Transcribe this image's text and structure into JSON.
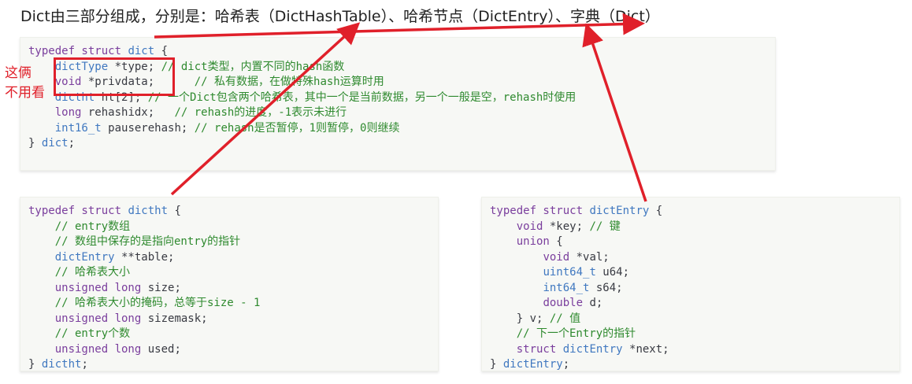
{
  "heading": "Dict由三部分组成，分别是：哈希表（DictHashTable）、哈希节点（DictEntry）、字典（Dict）",
  "annotation": {
    "line1": "这俩",
    "line2": "不用看"
  },
  "colors": {
    "annotation_red": "#e0202a",
    "keyword": "#7a3e9d",
    "type": "#4078c0",
    "comment": "#2f8a2f"
  },
  "blocks": {
    "dict": [
      [
        {
          "c": "kw",
          "t": "typedef struct "
        },
        {
          "c": "ty",
          "t": "dict"
        },
        {
          "c": "pl",
          "t": " {"
        }
      ],
      [
        {
          "c": "pl",
          "t": "    "
        },
        {
          "c": "ty",
          "t": "dictType"
        },
        {
          "c": "pl",
          "t": " *type; "
        },
        {
          "c": "cm",
          "t": "// dict类型，内置不同的hash函数"
        }
      ],
      [
        {
          "c": "pl",
          "t": "    "
        },
        {
          "c": "kw",
          "t": "void"
        },
        {
          "c": "pl",
          "t": " *privdata;      "
        },
        {
          "c": "cm",
          "t": "// 私有数据，在做特殊hash运算时用"
        }
      ],
      [
        {
          "c": "pl",
          "t": "    "
        },
        {
          "c": "ty",
          "t": "dictht"
        },
        {
          "c": "pl",
          "t": " ht[2]; "
        },
        {
          "c": "cm",
          "t": "// 一个Dict包含两个哈希表，其中一个是当前数据，另一个一般是空，rehash时使用"
        }
      ],
      [
        {
          "c": "pl",
          "t": "    "
        },
        {
          "c": "kw",
          "t": "long"
        },
        {
          "c": "pl",
          "t": " rehashidx;   "
        },
        {
          "c": "cm",
          "t": "// rehash的进度，-1表示未进行"
        }
      ],
      [
        {
          "c": "pl",
          "t": "    "
        },
        {
          "c": "ty",
          "t": "int16_t"
        },
        {
          "c": "pl",
          "t": " pauserehash; "
        },
        {
          "c": "cm",
          "t": "// rehash是否暂停，1则暂停，0则继续"
        }
      ],
      [
        {
          "c": "pl",
          "t": "} "
        },
        {
          "c": "ty",
          "t": "dict"
        },
        {
          "c": "pl",
          "t": ";"
        }
      ]
    ],
    "dictht": [
      [
        {
          "c": "kw",
          "t": "typedef struct "
        },
        {
          "c": "ty",
          "t": "dictht"
        },
        {
          "c": "pl",
          "t": " {"
        }
      ],
      [
        {
          "c": "pl",
          "t": "    "
        },
        {
          "c": "cm",
          "t": "// entry数组"
        }
      ],
      [
        {
          "c": "pl",
          "t": "    "
        },
        {
          "c": "cm",
          "t": "// 数组中保存的是指向entry的指针"
        }
      ],
      [
        {
          "c": "pl",
          "t": "    "
        },
        {
          "c": "ty",
          "t": "dictEntry"
        },
        {
          "c": "pl",
          "t": " **table;"
        }
      ],
      [
        {
          "c": "pl",
          "t": "    "
        },
        {
          "c": "cm",
          "t": "// 哈希表大小"
        }
      ],
      [
        {
          "c": "pl",
          "t": "    "
        },
        {
          "c": "kw",
          "t": "unsigned long"
        },
        {
          "c": "pl",
          "t": " size;"
        }
      ],
      [
        {
          "c": "pl",
          "t": "    "
        },
        {
          "c": "cm",
          "t": "// 哈希表大小的掩码，总等于size - 1"
        }
      ],
      [
        {
          "c": "pl",
          "t": "    "
        },
        {
          "c": "kw",
          "t": "unsigned long"
        },
        {
          "c": "pl",
          "t": " sizemask;"
        }
      ],
      [
        {
          "c": "pl",
          "t": "    "
        },
        {
          "c": "cm",
          "t": "// entry个数"
        }
      ],
      [
        {
          "c": "pl",
          "t": "    "
        },
        {
          "c": "kw",
          "t": "unsigned long"
        },
        {
          "c": "pl",
          "t": " used;"
        }
      ],
      [
        {
          "c": "pl",
          "t": "} "
        },
        {
          "c": "ty",
          "t": "dictht"
        },
        {
          "c": "pl",
          "t": ";"
        }
      ]
    ],
    "dictEntry": [
      [
        {
          "c": "kw",
          "t": "typedef struct "
        },
        {
          "c": "ty",
          "t": "dictEntry"
        },
        {
          "c": "pl",
          "t": " {"
        }
      ],
      [
        {
          "c": "pl",
          "t": "    "
        },
        {
          "c": "kw",
          "t": "void"
        },
        {
          "c": "pl",
          "t": " *key; "
        },
        {
          "c": "cm",
          "t": "// 键"
        }
      ],
      [
        {
          "c": "pl",
          "t": "    "
        },
        {
          "c": "kw",
          "t": "union"
        },
        {
          "c": "pl",
          "t": " {"
        }
      ],
      [
        {
          "c": "pl",
          "t": "        "
        },
        {
          "c": "kw",
          "t": "void"
        },
        {
          "c": "pl",
          "t": " *val;"
        }
      ],
      [
        {
          "c": "pl",
          "t": "        "
        },
        {
          "c": "ty",
          "t": "uint64_t"
        },
        {
          "c": "pl",
          "t": " u64;"
        }
      ],
      [
        {
          "c": "pl",
          "t": "        "
        },
        {
          "c": "ty",
          "t": "int64_t"
        },
        {
          "c": "pl",
          "t": " s64;"
        }
      ],
      [
        {
          "c": "pl",
          "t": "        "
        },
        {
          "c": "kw",
          "t": "double"
        },
        {
          "c": "pl",
          "t": " d;"
        }
      ],
      [
        {
          "c": "pl",
          "t": "    } v; "
        },
        {
          "c": "cm",
          "t": "// 值"
        }
      ],
      [
        {
          "c": "pl",
          "t": "    "
        },
        {
          "c": "cm",
          "t": "// 下一个Entry的指针"
        }
      ],
      [
        {
          "c": "pl",
          "t": "    "
        },
        {
          "c": "kw",
          "t": "struct"
        },
        {
          "c": "pl",
          "t": " "
        },
        {
          "c": "ty",
          "t": "dictEntry"
        },
        {
          "c": "pl",
          "t": " *next;"
        }
      ],
      [
        {
          "c": "pl",
          "t": "} "
        },
        {
          "c": "ty",
          "t": "dictEntry"
        },
        {
          "c": "pl",
          "t": ";"
        }
      ]
    ]
  }
}
